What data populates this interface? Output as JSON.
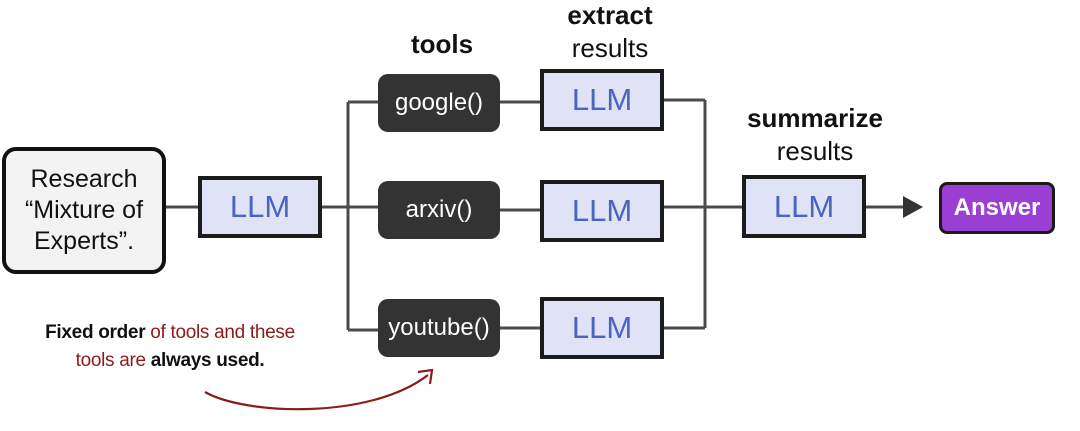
{
  "input": {
    "line1": "Research",
    "line2": "“Mixture of",
    "line3": "Experts”."
  },
  "llm_label": "LLM",
  "headings": {
    "tools": "tools",
    "extract_bold": "extract",
    "extract_rest": "results",
    "summarize_bold": "summarize",
    "summarize_rest": "results"
  },
  "tools": [
    {
      "label": "google()"
    },
    {
      "label": "arxiv()"
    },
    {
      "label": "youtube()"
    }
  ],
  "answer": "Answer",
  "note": {
    "part1_bold": "Fixed order",
    "part2": " of tools and these",
    "part3": "tools are ",
    "part4_bold": "always used",
    "part5": "."
  },
  "colors": {
    "llm_fill": "#dfe3f5",
    "llm_text": "#4a64c0",
    "tool_fill": "#333333",
    "answer_fill": "#9b3fd4",
    "note_text": "#8a1c1c"
  }
}
